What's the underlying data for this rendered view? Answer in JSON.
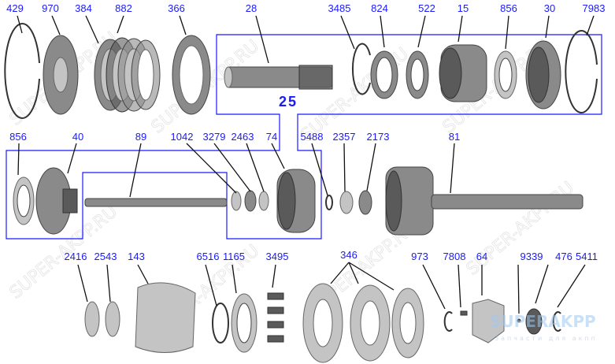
{
  "watermark": "SUPER-AKPP.RU",
  "logo": {
    "name": "SUPERAKPP",
    "tagline": "Запчасти для акпп"
  },
  "group_label": "25",
  "labels": {
    "top": [
      "429",
      "970",
      "384",
      "882",
      "366",
      "28",
      "3485",
      "824",
      "522",
      "15",
      "856",
      "30",
      "7983"
    ],
    "middle": [
      "856",
      "40",
      "89",
      "1042",
      "3279",
      "2463",
      "74",
      "5488",
      "2357",
      "2173",
      "81"
    ],
    "bottom": [
      "2416",
      "2543",
      "143",
      "6516",
      "1165",
      "3495",
      "346",
      "973",
      "7808",
      "64",
      "9339",
      "476",
      "5411"
    ]
  },
  "colors": {
    "label": "#1a1aff",
    "box": "#1a1aff",
    "leader": "#111111"
  }
}
